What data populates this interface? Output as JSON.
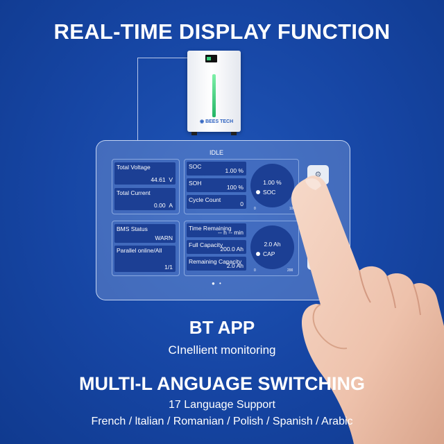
{
  "headline": "REAL-TIME DISPLAY FUNCTION",
  "device": {
    "brand": "BEES TECH",
    "screen_readout": "88"
  },
  "display": {
    "status": "IDLE",
    "total_voltage": {
      "label": "Total Voltage",
      "value": "44.61",
      "unit": "V"
    },
    "total_current": {
      "label": "Total Current",
      "value": "0.00",
      "unit": "A"
    },
    "soc": {
      "label": "SOC",
      "value": "1.00 %"
    },
    "soh": {
      "label": "SOH",
      "value": "100 %"
    },
    "cycle_count": {
      "label": "Cycle Count",
      "value": "0"
    },
    "soc_gauge": {
      "value": "1.00 %",
      "label": "SOC",
      "min": "0",
      "max": "100",
      "level": 0.01
    },
    "bms_status": {
      "label": "BMS Status",
      "value": "WARN"
    },
    "parallel": {
      "label": "Parallel online/All",
      "value": "1/1"
    },
    "time_remaining": {
      "label": "Time Remaining",
      "value": "-- h -- min"
    },
    "full_capacity": {
      "label": "Full Capacity",
      "value": "200.0 Ah"
    },
    "remaining_capacity": {
      "label": "Remaining Capacity",
      "value": "2.0 Ah"
    },
    "cap_gauge": {
      "value": "2.0 Ah",
      "label": "CAP",
      "min": "0",
      "max": "200",
      "level": 0.01
    },
    "page_dots": "● •",
    "side_icons": [
      "settings-icon",
      "info-icon",
      "clipboard-icon",
      "document-icon"
    ]
  },
  "bt_app": {
    "title": "BT APP",
    "subtitle": "CInellient monitoring"
  },
  "multi_language": {
    "title": "MULTI-L ANGUAGE SWITCHING",
    "subtitle": "17 Language Support",
    "languages": "French / ltalian / Romanian / Polish / Spanish / Arabic"
  },
  "colors": {
    "background": "#1645a3",
    "field": "#1c3f94",
    "accent_green": "#35d07a"
  }
}
